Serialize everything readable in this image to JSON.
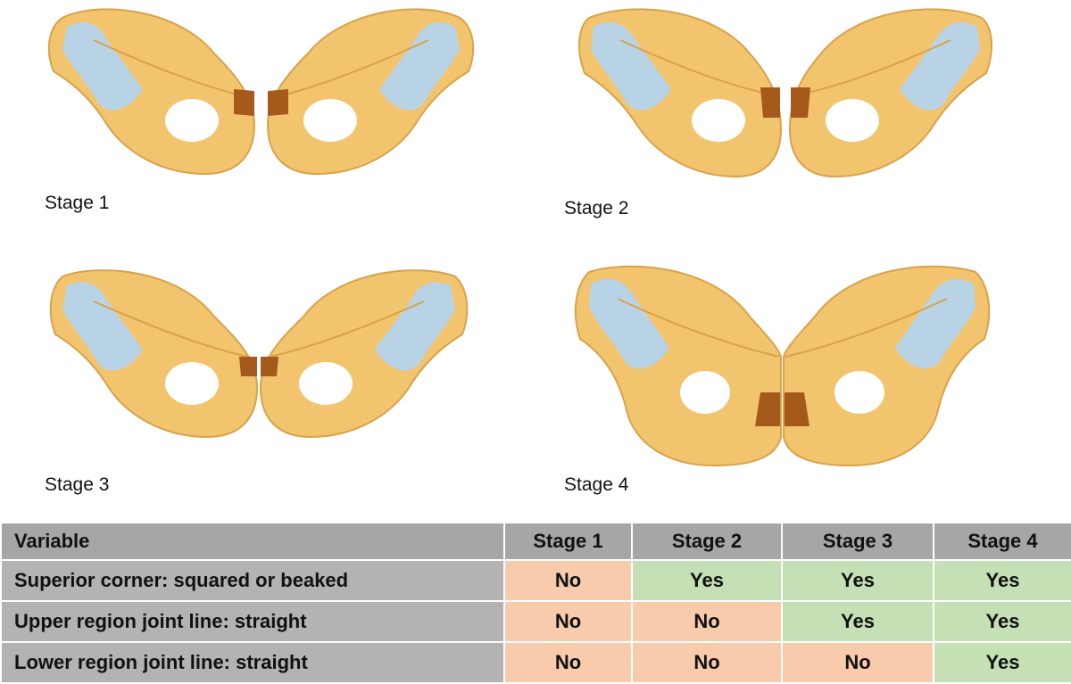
{
  "colors": {
    "bone": "#f2c46e",
    "bone_shadow": "#d9a24c",
    "cartilage": "#b9d3e6",
    "symphysis_mark": "#a55a1c",
    "no_cell": "#f8cbad",
    "yes_cell": "#c5e0b4",
    "header_bg": "#a6a6a6"
  },
  "panels": [
    {
      "label": "Stage 1"
    },
    {
      "label": "Stage 2"
    },
    {
      "label": "Stage 3"
    },
    {
      "label": "Stage 4"
    }
  ],
  "table": {
    "headers": [
      "Variable",
      "Stage 1",
      "Stage 2",
      "Stage 3",
      "Stage 4"
    ],
    "rows": [
      {
        "variable": "Superior corner: squared or beaked",
        "values": [
          "No",
          "Yes",
          "Yes",
          "Yes"
        ]
      },
      {
        "variable": "Upper region joint line: straight",
        "values": [
          "No",
          "No",
          "Yes",
          "Yes"
        ]
      },
      {
        "variable": "Lower region joint line: straight",
        "values": [
          "No",
          "No",
          "No",
          "Yes"
        ]
      }
    ]
  }
}
